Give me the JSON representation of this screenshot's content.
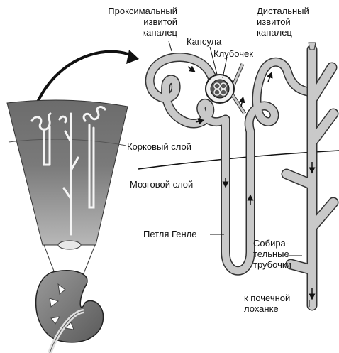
{
  "labels": {
    "proximal_tubule": "Проксимальный\nизвитой\nканалец",
    "capsule": "Капсула",
    "glomerulus": "Клубочек",
    "distal_tubule": "Дистальный\nизвитой\nканалец",
    "cortex": "Корковый слой",
    "medulla": "Мозговой слой",
    "loop_of_henle": "Петля Генле",
    "collecting_ducts": "Собира-\nтельные\nтрубочки",
    "to_renal_pelvis": "к почечной\nлоханке"
  },
  "colors": {
    "tube_fill": "#c9c9c9",
    "tube_outline": "#333333",
    "cortex_band": "#707070",
    "medulla_band": "#9a9a9a",
    "background": "#ffffff"
  }
}
